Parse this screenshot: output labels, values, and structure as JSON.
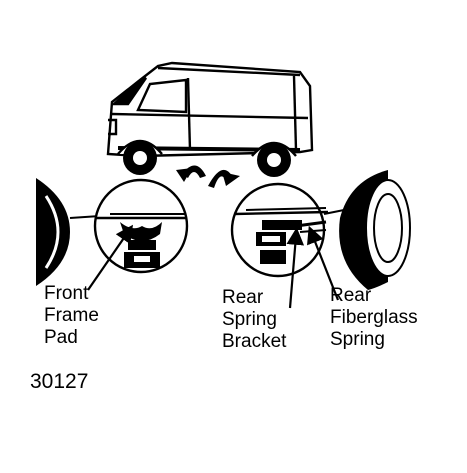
{
  "figure": {
    "number": "30127",
    "labels": {
      "front_frame_pad": "Front\nFrame\nPad",
      "rear_spring_bracket": "Rear\nSpring\nBracket",
      "rear_fiberglass_spring": "Rear\nFiberglass\nSpring"
    }
  },
  "colors": {
    "ink": "#000000",
    "paper": "#ffffff"
  },
  "icons": [
    "van-illustration",
    "front-pad-detail",
    "rear-bracket-detail",
    "curved-arrow-left",
    "curved-arrow-right"
  ]
}
